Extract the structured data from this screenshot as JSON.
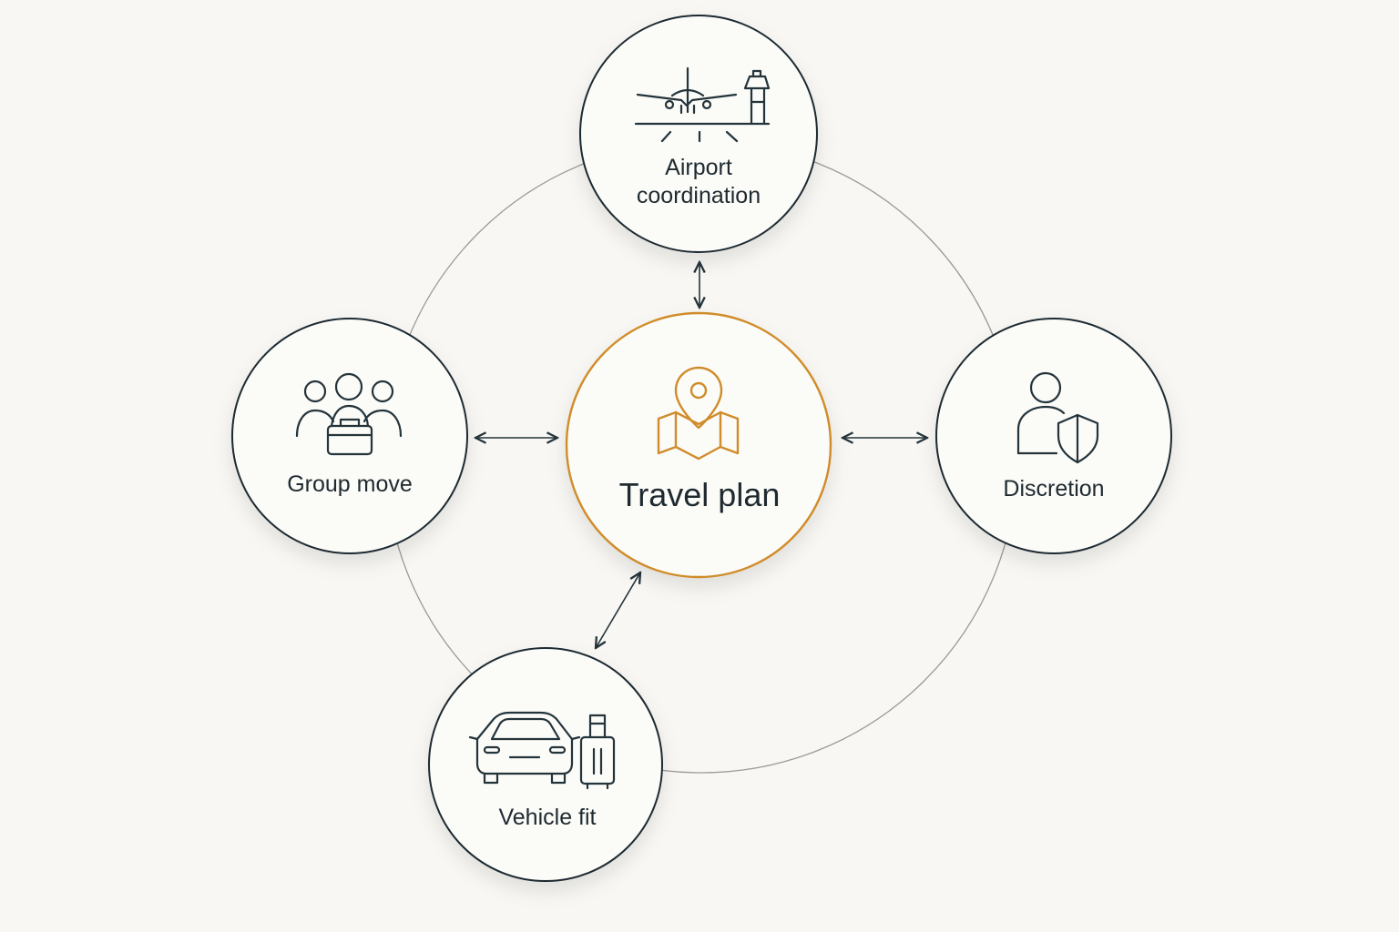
{
  "diagram": {
    "center": {
      "label": "Travel plan",
      "icon": "map-pin-icon",
      "accent_color": "#d08c2b"
    },
    "nodes": [
      {
        "id": "airport",
        "label_lines": [
          "Airport",
          "coordination"
        ],
        "icon": "airplane-runway-tower-icon"
      },
      {
        "id": "group",
        "label": "Group move",
        "icon": "group-luggage-icon"
      },
      {
        "id": "discretion",
        "label": "Discretion",
        "icon": "person-shield-icon"
      },
      {
        "id": "vehicle",
        "label": "Vehicle fit",
        "icon": "car-suitcase-icon"
      }
    ],
    "colors": {
      "background": "#f8f7f3",
      "line": "#1f2a30",
      "orbit": "#9a9a97"
    }
  }
}
